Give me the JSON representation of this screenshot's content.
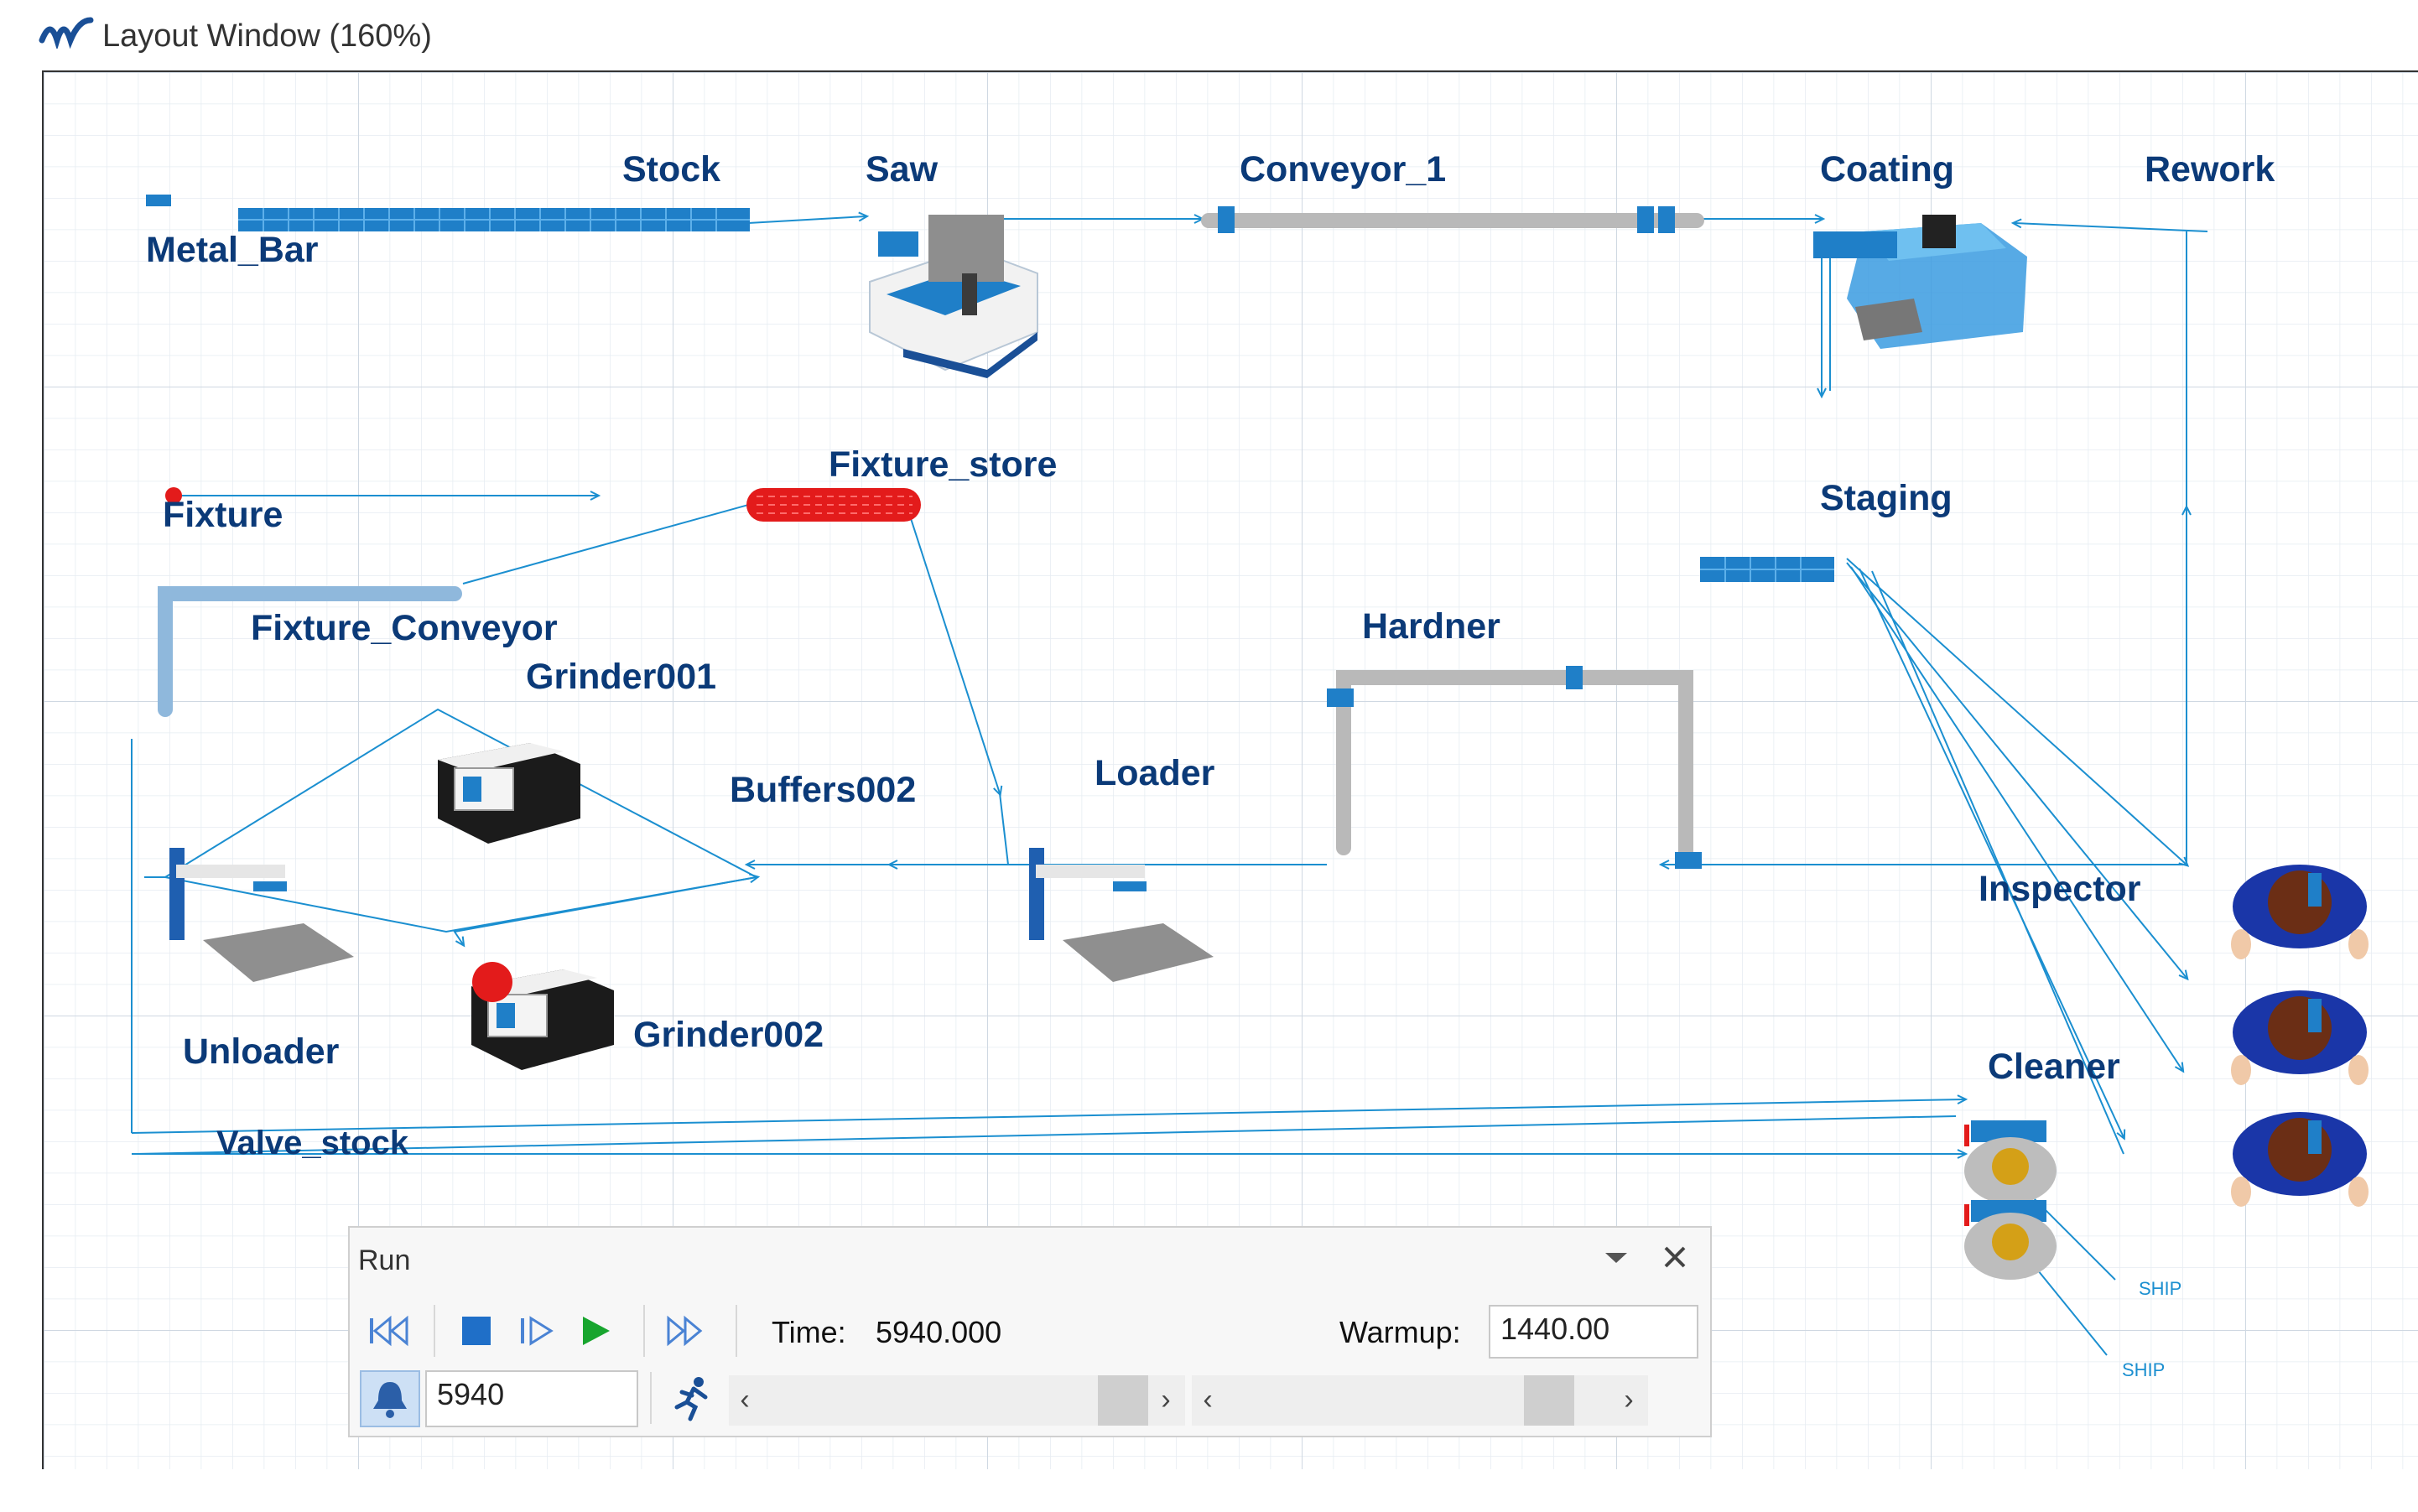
{
  "window": {
    "title": "Layout Window (160%)",
    "logo_icon": "simulation-logo-icon"
  },
  "colors": {
    "label": "#0b3a78",
    "flow_line": "#1b8fd0",
    "machine_blue": "#1f7fc8",
    "fixture_red": "#e31b1b",
    "conveyor_gray": "#b9b9b9",
    "grid": "#dfe6ee"
  },
  "layout": {
    "labels": {
      "stock": "Stock",
      "metal_bar": "Metal_Bar",
      "saw": "Saw",
      "conveyor_1": "Conveyor_1",
      "coating": "Coating",
      "rework": "Rework",
      "fixture": "Fixture",
      "fixture_store": "Fixture_store",
      "staging": "Staging",
      "fixture_conveyor": "Fixture_Conveyor",
      "hardner": "Hardner",
      "grinder001": "Grinder001",
      "buffers002": "Buffers002",
      "loader": "Loader",
      "inspector": "Inspector",
      "unloader": "Unloader",
      "grinder002": "Grinder002",
      "cleaner": "Cleaner",
      "valve_stock": "Valve_stock",
      "ship_1": "SHIP",
      "ship_2": "SHIP"
    }
  },
  "run_panel": {
    "title": "Run",
    "dropdown_icon": "chevron-down-icon",
    "close_icon": "close-icon",
    "time_label": "Time:",
    "time_value": "5940.000",
    "warmup_label": "Warmup:",
    "warmup_value": "1440.00",
    "alarm_value": "5940",
    "controls": [
      "rewind-icon",
      "stop-icon",
      "step-icon",
      "play-icon",
      "fast-forward-icon",
      "bell-icon",
      "runner-icon"
    ]
  }
}
